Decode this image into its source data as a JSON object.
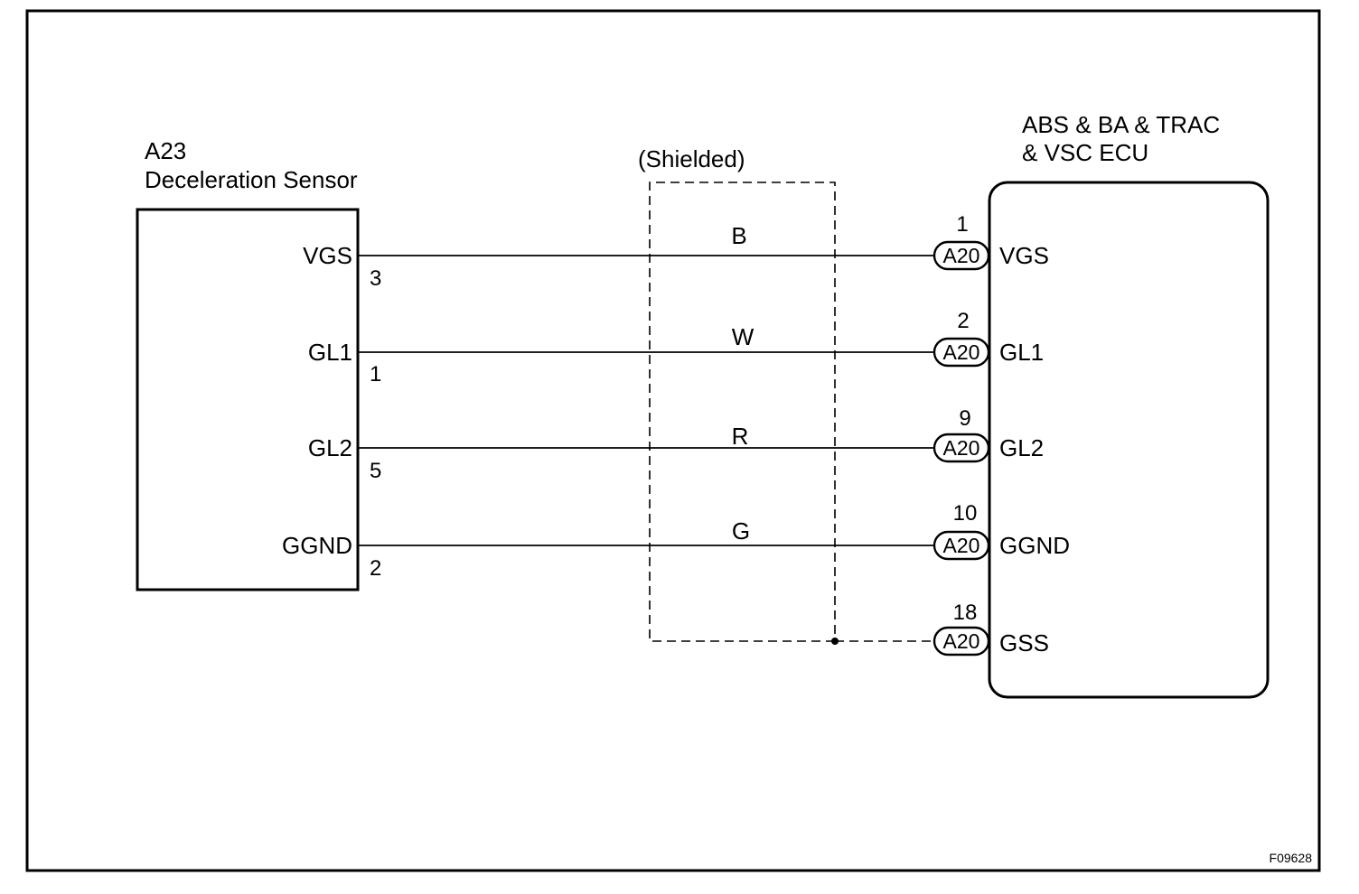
{
  "sensor": {
    "code": "A23",
    "name": "Deceleration Sensor",
    "terminals": [
      {
        "name": "VGS",
        "pin": "3"
      },
      {
        "name": "GL1",
        "pin": "1"
      },
      {
        "name": "GL2",
        "pin": "5"
      },
      {
        "name": "GGND",
        "pin": "2"
      }
    ]
  },
  "shield": {
    "label": "(Shielded)"
  },
  "wires": [
    {
      "color": "B"
    },
    {
      "color": "W"
    },
    {
      "color": "R"
    },
    {
      "color": "G"
    }
  ],
  "ecu": {
    "title_line1": "ABS & BA & TRAC",
    "title_line2": "& VSC ECU",
    "terminals": [
      {
        "pin": "1",
        "connector": "A20",
        "name": "VGS"
      },
      {
        "pin": "2",
        "connector": "A20",
        "name": "GL1"
      },
      {
        "pin": "9",
        "connector": "A20",
        "name": "GL2"
      },
      {
        "pin": "10",
        "connector": "A20",
        "name": "GGND"
      },
      {
        "pin": "18",
        "connector": "A20",
        "name": "GSS"
      }
    ]
  },
  "figure_code": "F09628"
}
